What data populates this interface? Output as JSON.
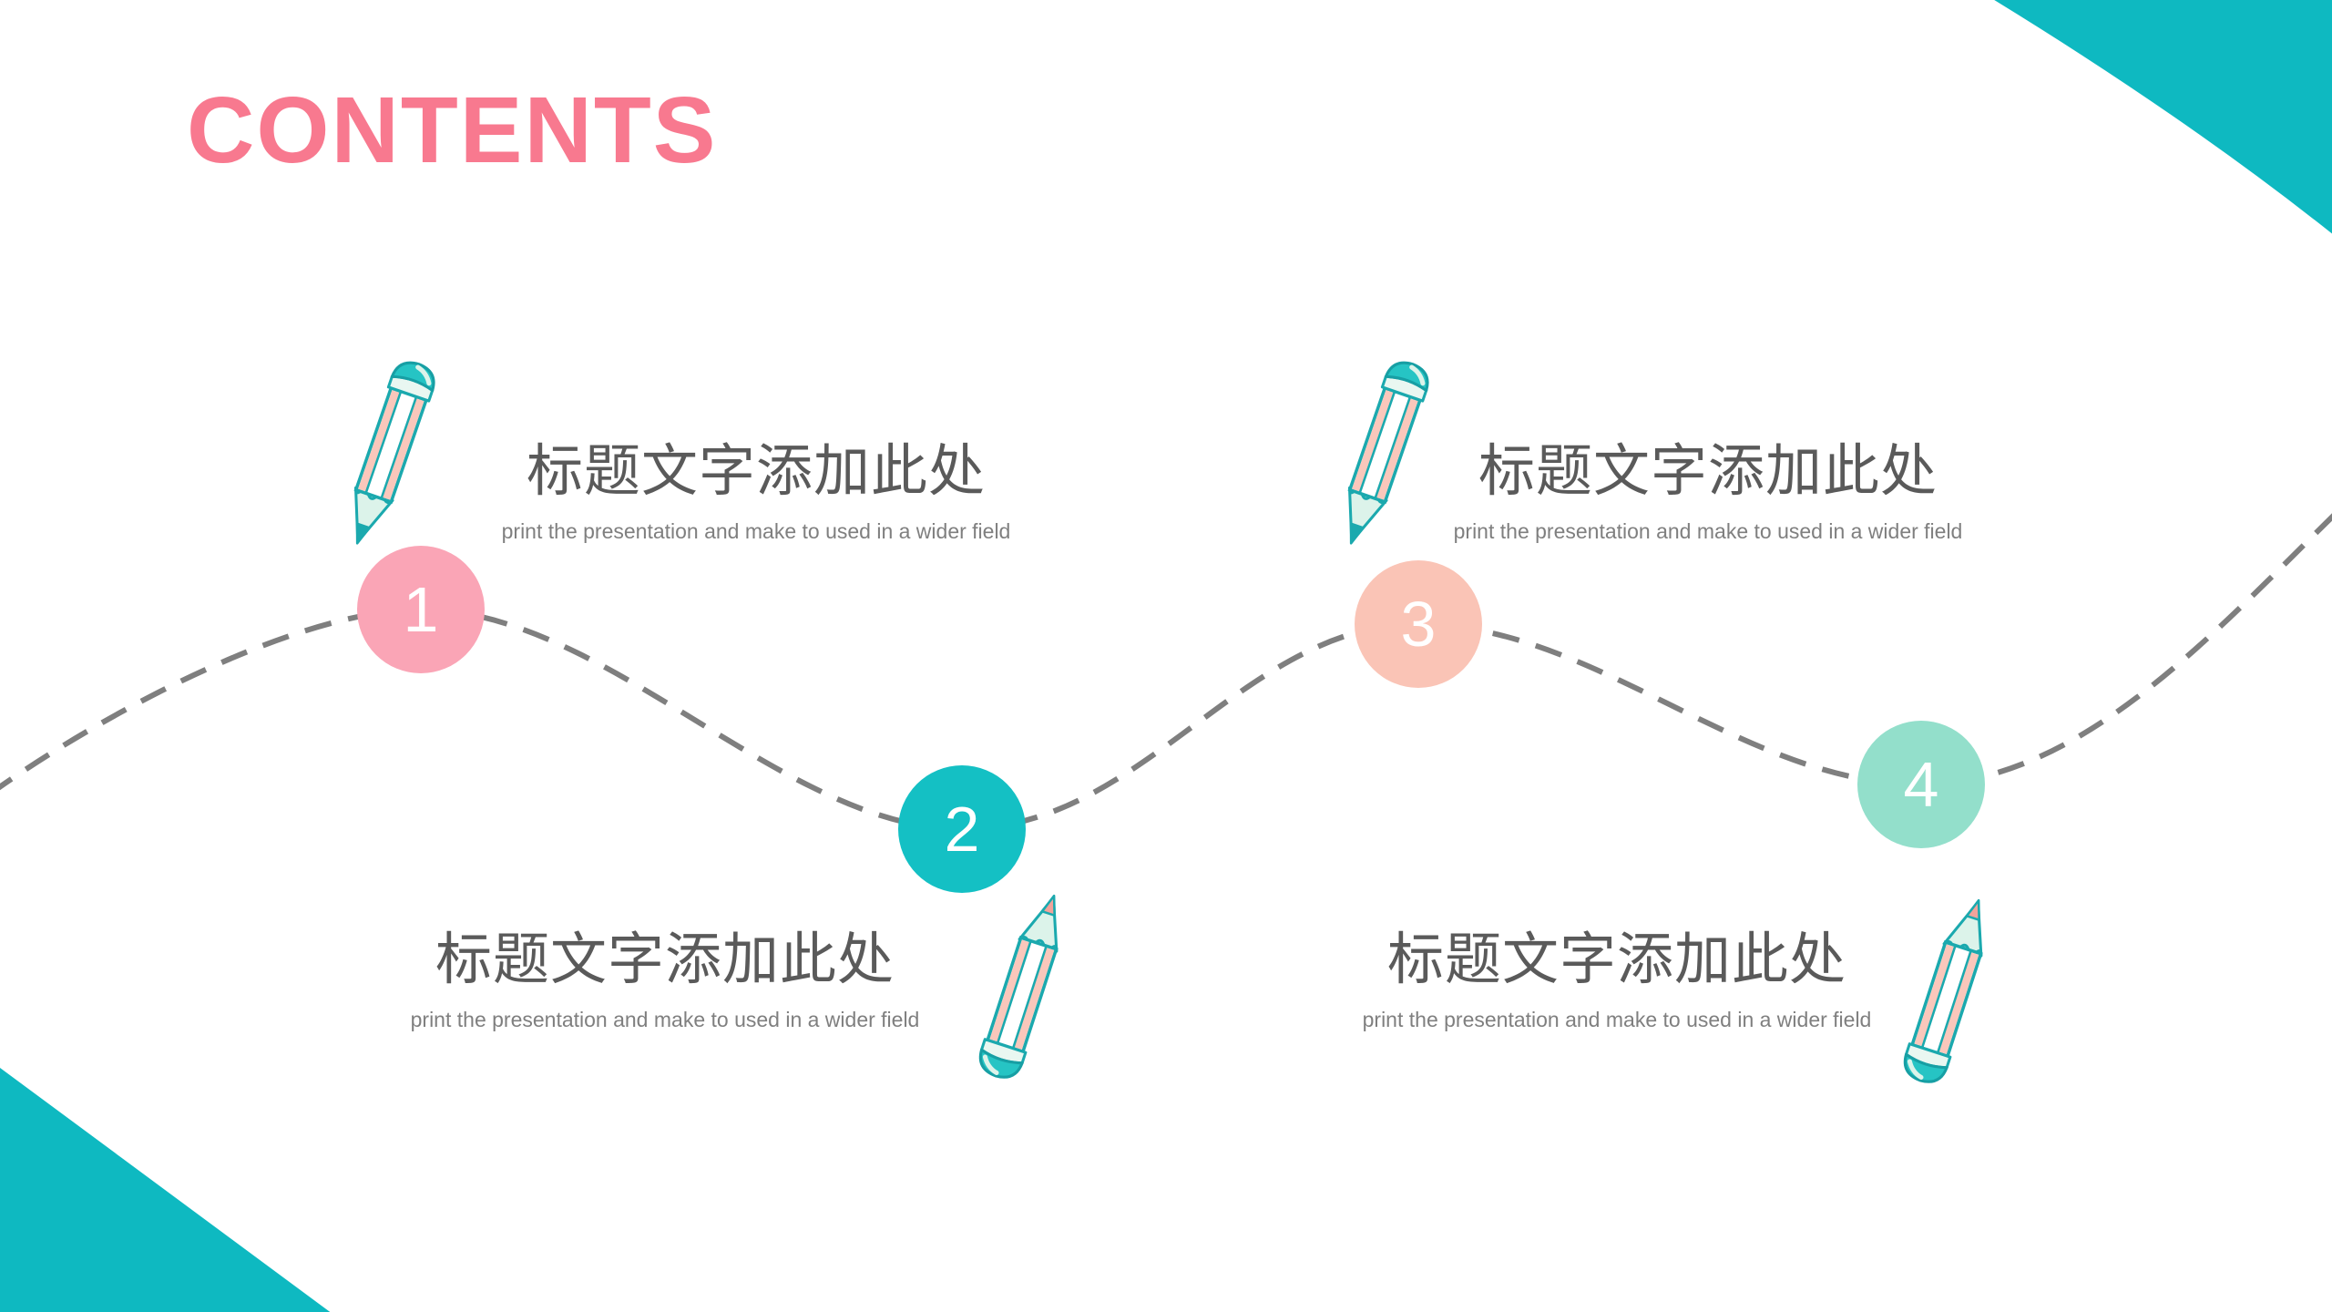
{
  "slide": {
    "title": "CONTENTS"
  },
  "colors": {
    "accent_teal": "#0EB9C1",
    "title_pink": "#F8798F",
    "heading_gray": "#5A5A5A",
    "subtitle_gray": "#7F7F7F",
    "dash_gray": "#7F7F7F",
    "circle_1": "#FAA5B6",
    "circle_2": "#14C0C4",
    "circle_3": "#FAC4B6",
    "circle_4": "#93DFCB"
  },
  "sections": [
    {
      "number": "1",
      "title": "标题文字添加此处",
      "subtitle": "print the presentation and make to used in a wider field"
    },
    {
      "number": "2",
      "title": "标题文字添加此处",
      "subtitle": "print the presentation and make to used in a wider field"
    },
    {
      "number": "3",
      "title": "标题文字添加此处",
      "subtitle": "print the presentation and make to used in a wider field"
    },
    {
      "number": "4",
      "title": "标题文字添加此处",
      "subtitle": "print the presentation and make to used in a wider field"
    }
  ]
}
